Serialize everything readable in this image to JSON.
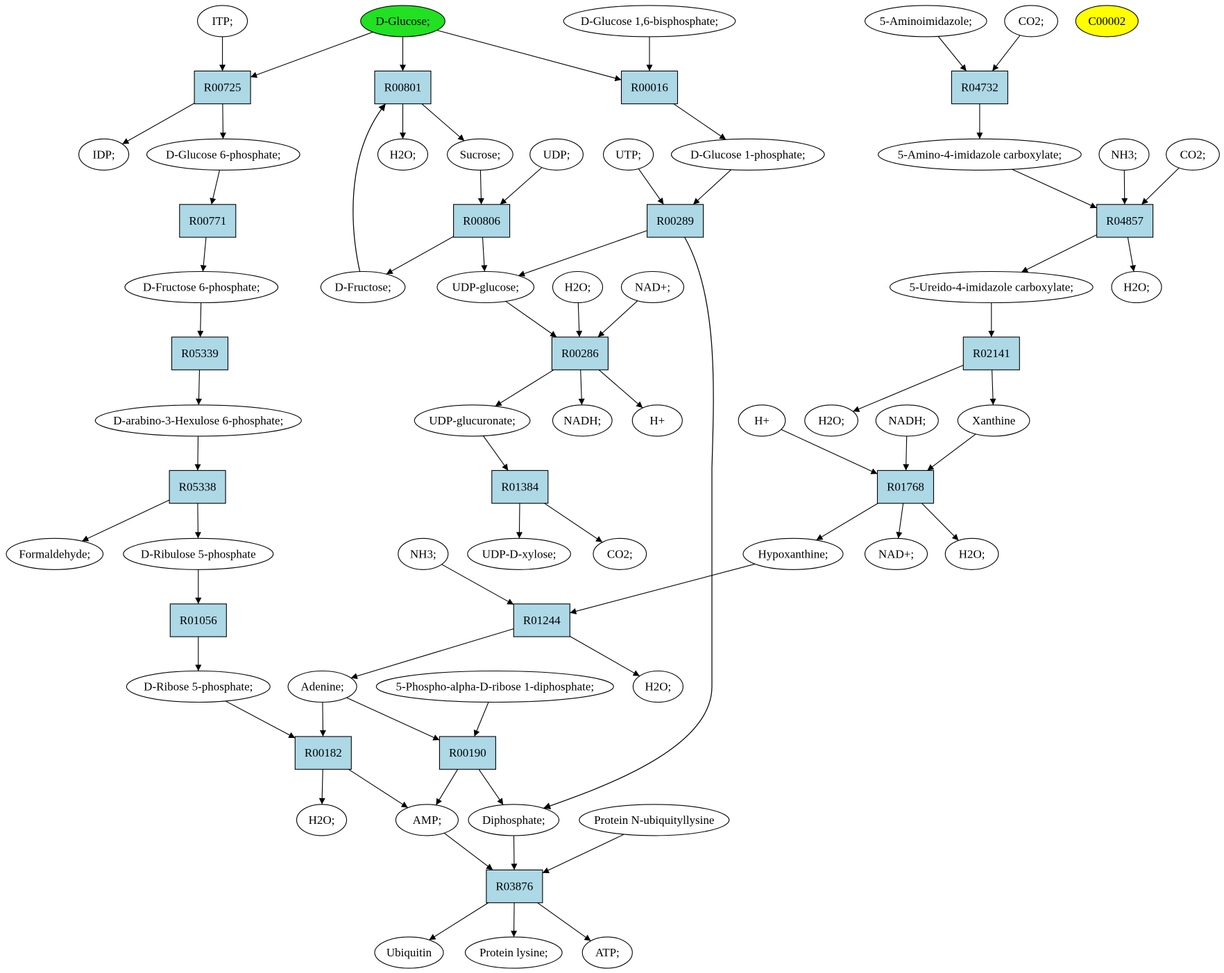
{
  "colors": {
    "reaction_fill": "#add8e6",
    "compound_fill": "#ffffff",
    "highlight_source": "#22e022",
    "highlight_target": "#ffff00",
    "stroke": "#000000"
  },
  "nodes": {
    "itp": "ITP;",
    "dglc": "D-Glucose;",
    "g16bp": "D-Glucose 1,6-bisphosphate;",
    "aimid": "5-Aminoimidazole;",
    "co2a": "CO2;",
    "c00002": "C00002",
    "r00725": "R00725",
    "r00801": "R00801",
    "r00016": "R00016",
    "r04732": "R04732",
    "idp": "IDP;",
    "g6p": "D-Glucose 6-phosphate;",
    "h2oa": "H2O;",
    "sucrose": "Sucrose;",
    "udp": "UDP;",
    "utp": "UTP;",
    "g1p": "D-Glucose 1-phosphate;",
    "aica": "5-Amino-4-imidazole carboxylate;",
    "nh3a": "NH3;",
    "co2b": "CO2;",
    "r00771": "R00771",
    "r00806": "R00806",
    "r00289": "R00289",
    "r04857": "R04857",
    "f6p": "D-Fructose 6-phosphate;",
    "dfru": "D-Fructose;",
    "udpglc": "UDP-glucose;",
    "h2ob": "H2O;",
    "nadp": "NAD+;",
    "uica": "5-Ureido-4-imidazole carboxylate;",
    "h2oc": "H2O;",
    "r05339": "R05339",
    "r00286": "R00286",
    "r02141": "R02141",
    "ahu6p": "D-arabino-3-Hexulose 6-phosphate;",
    "udpglcA": "UDP-glucuronate;",
    "nadh": "NADH;",
    "hplus": "H+",
    "hplus2": "H+",
    "h2od": "H2O;",
    "nadh2": "NADH;",
    "xanthine": "Xanthine",
    "r05338": "R05338",
    "r01384": "R01384",
    "r01768": "R01768",
    "formald": "Formaldehyde;",
    "ru5p": "D-Ribulose 5-phosphate",
    "nh3b": "NH3;",
    "udpxyl": "UDP-D-xylose;",
    "co2c": "CO2;",
    "hypox": "Hypoxanthine;",
    "nadp2": "NAD+;",
    "h2oe": "H2O;",
    "r01056": "R01056",
    "r01244": "R01244",
    "r5p": "D-Ribose 5-phosphate;",
    "adenine": "Adenine;",
    "prpp": "5-Phospho-alpha-D-ribose 1-diphosphate;",
    "h2of": "H2O;",
    "r00182": "R00182",
    "r00190": "R00190",
    "h2og": "H2O;",
    "amp": "AMP;",
    "dip": "Diphosphate;",
    "protub": "Protein N-ubiquityllysine",
    "r03876": "R03876",
    "ubiq": "Ubiquitin",
    "protlys": "Protein lysine;",
    "atp": "ATP;"
  }
}
